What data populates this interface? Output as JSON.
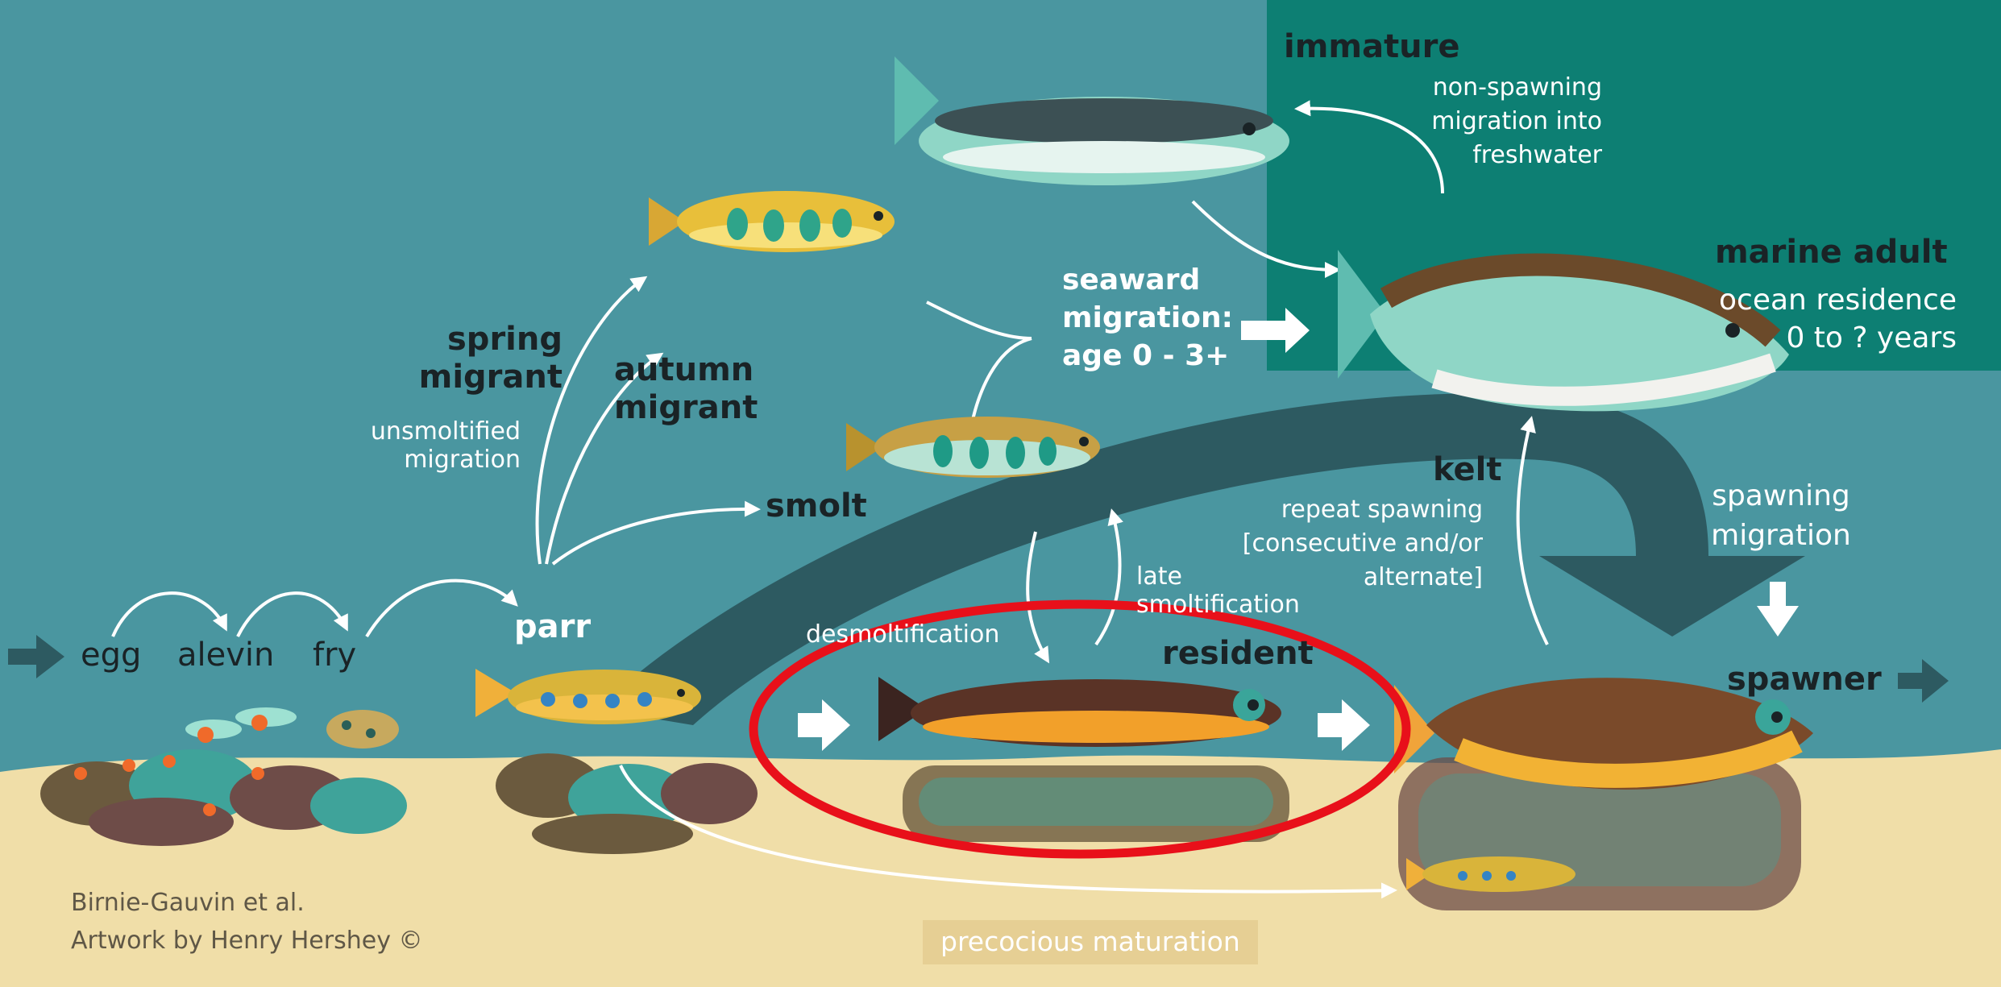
{
  "stages": {
    "egg": "egg",
    "alevin": "alevin",
    "fry": "fry",
    "parr": "parr",
    "smolt": "smolt",
    "resident": "resident",
    "spawner": "spawner",
    "immature": "immature",
    "marine_adult": "marine adult",
    "kelt": "kelt"
  },
  "annotations": {
    "spring_migrant_line1": "spring",
    "spring_migrant_line2": "migrant",
    "spring_sub_line1": "unsmoltified",
    "spring_sub_line2": "migration",
    "autumn_line1": "autumn",
    "autumn_line2": "migrant",
    "seaward_line1": "seaward",
    "seaward_line2": "migration:",
    "seaward_line3": "age 0 - 3+",
    "nonspawning_line1": "non-spawning",
    "nonspawning_line2": "migration into",
    "nonspawning_line3": "freshwater",
    "ocean_line1": "ocean residence",
    "ocean_line2": "0 to ? years",
    "repeat_line1": "repeat spawning",
    "repeat_line2": "[consecutive and/or",
    "repeat_line3": "alternate]",
    "spawning_mig_line1": "spawning",
    "spawning_mig_line2": "migration",
    "late_line1": "late",
    "late_line2": "smoltification",
    "desmolt": "desmoltification",
    "precocious": "precocious maturation"
  },
  "credits": {
    "line1": "Birnie-Gauvin et al.",
    "line2": "Artwork by Henry Hershey ©"
  },
  "colors": {
    "freshwater": "#4a96a0",
    "ocean": "#0d7f73",
    "sand": "#f0dea8",
    "big_arrow": "#2d5a61",
    "highlight_ring": "#e8101a",
    "arrow": "#ffffff"
  }
}
